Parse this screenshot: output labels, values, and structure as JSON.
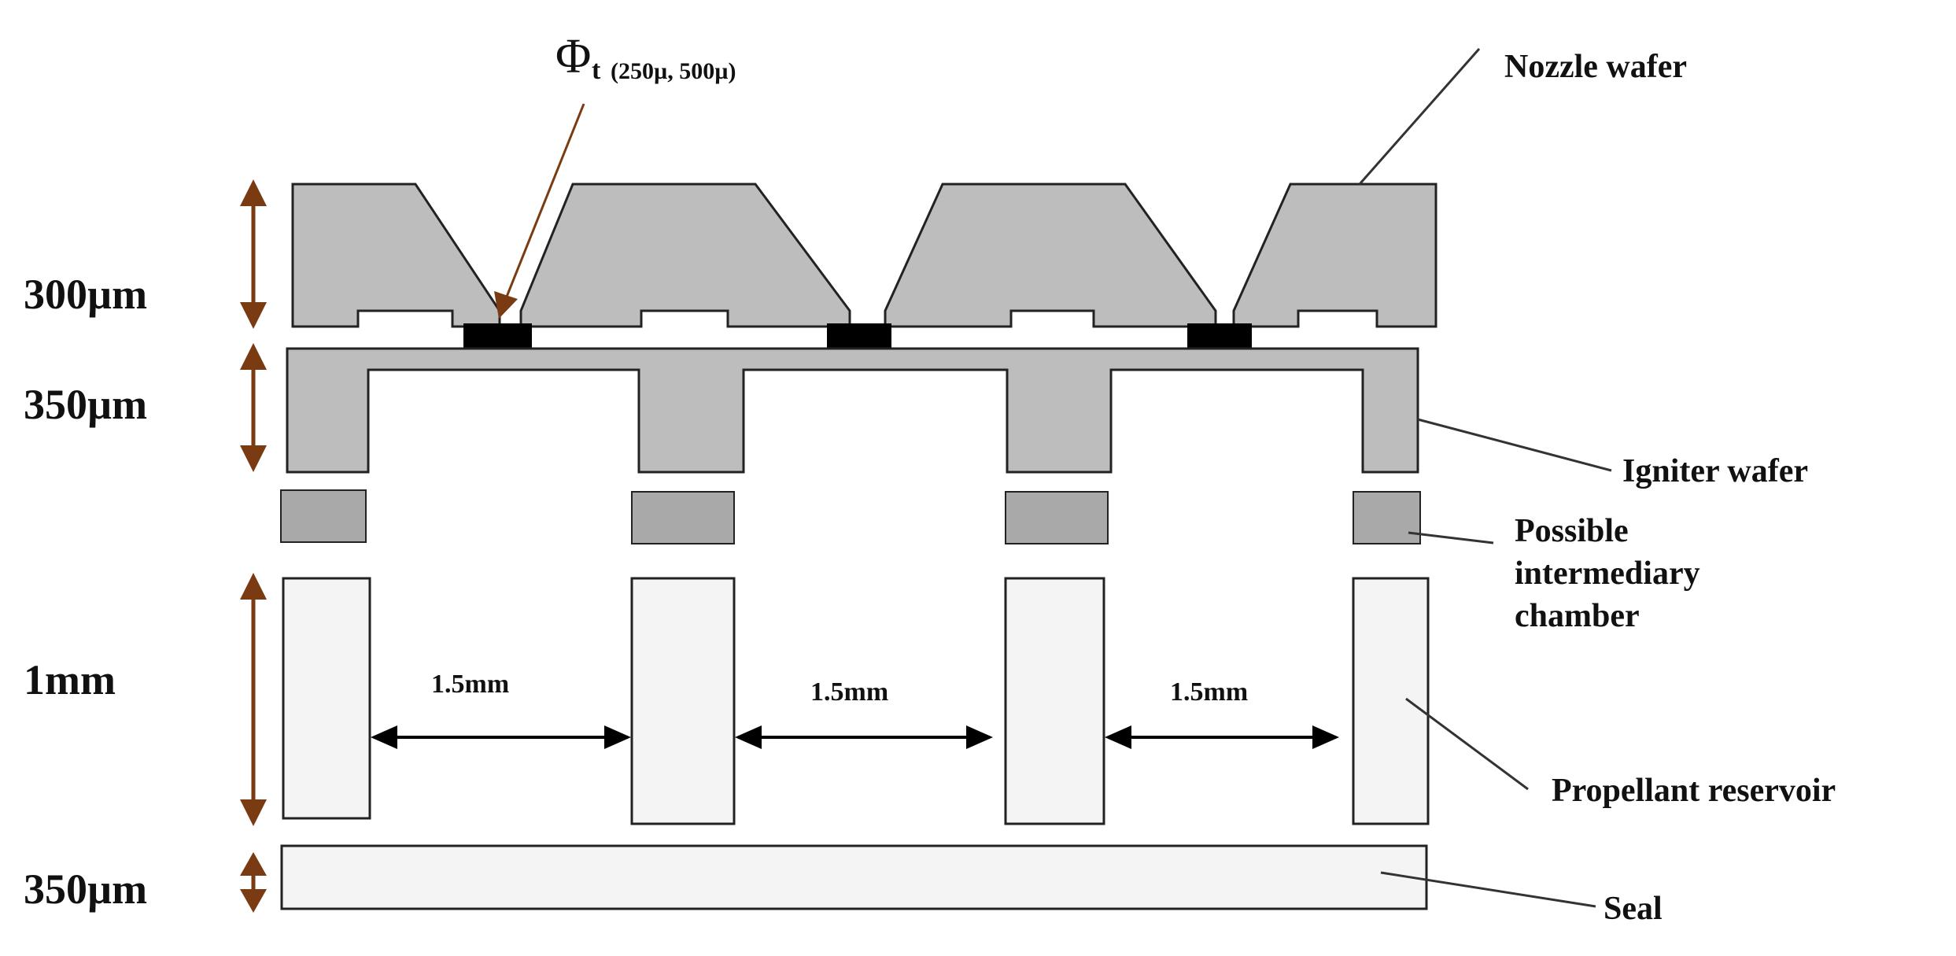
{
  "diagram": {
    "throat_label": {
      "symbol": "Φ",
      "subscript": "t",
      "values": "(250µ, 500µ)"
    },
    "dimension_labels": {
      "nozzle": "300µm",
      "igniter": "350µm",
      "reservoir": "1mm",
      "seal": "350µm"
    },
    "spacing_labels": [
      "1.5mm",
      "1.5mm",
      "1.5mm"
    ],
    "component_labels": {
      "nozzle_wafer": "Nozzle wafer",
      "igniter_wafer": "Igniter wafer",
      "intermediary_line1": "Possible",
      "intermediary_line2": "intermediary",
      "intermediary_line3": "chamber",
      "propellant_reservoir": "Propellant reservoir",
      "seal": "Seal"
    },
    "colors": {
      "wafer_fill": "#bdbdbd",
      "intermediary_fill": "#a9a9a9",
      "reservoir_fill": "#f4f4f4",
      "outline": "#222222",
      "dimension_arrow": "#7a3a12",
      "heater": "#000000"
    }
  }
}
